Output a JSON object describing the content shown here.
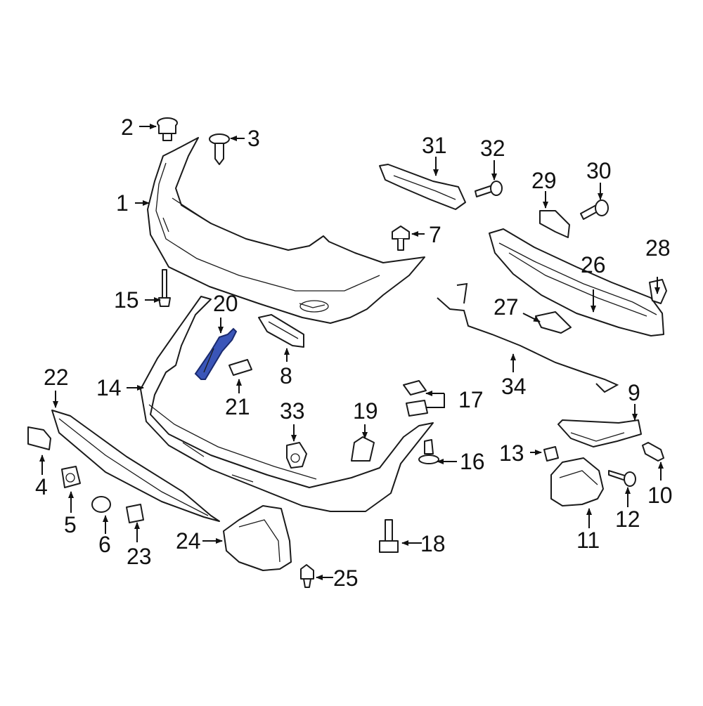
{
  "highlight_color": "#3a55b8",
  "callouts": {
    "c1": "1",
    "c2": "2",
    "c3": "3",
    "c4": "4",
    "c5": "5",
    "c6": "6",
    "c7": "7",
    "c8": "8",
    "c9": "9",
    "c10": "10",
    "c11": "11",
    "c12": "12",
    "c13": "13",
    "c14": "14",
    "c15": "15",
    "c16": "16",
    "c17": "17",
    "c18": "18",
    "c19": "19",
    "c20": "20",
    "c21": "21",
    "c22": "22",
    "c23": "23",
    "c24": "24",
    "c25": "25",
    "c26": "26",
    "c27": "27",
    "c28": "28",
    "c29": "29",
    "c30": "30",
    "c31": "31",
    "c32": "32",
    "c33": "33",
    "c34": "34"
  }
}
